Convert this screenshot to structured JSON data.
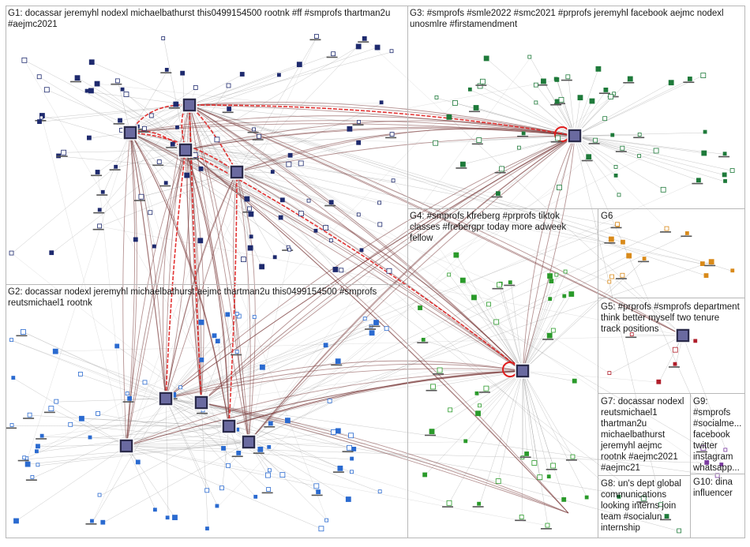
{
  "groups": [
    {
      "id": "G1",
      "label": "G1: docassar jeremyhl nodexl michaelbathurst this0499154500 rootnk #ff #smprofs thartman2u\n#aejmc2021"
    },
    {
      "id": "G2",
      "label": "G2: docassar nodexl jeremyhl michaelbathurst aejmc thartman2u this0499154500 #smprofs\nreutsmichael1 rootnk"
    },
    {
      "id": "G3",
      "label": "G3: #smprofs #smle2022 #smc2021 #prprofs jeremyhl facebook aejmc nodexl\nunosmlre #firstamendment"
    },
    {
      "id": "G4",
      "label": "G4: #smprofs kfreberg #prprofs tiktok\nclasses #frebergpr today more adweek\nfellow"
    },
    {
      "id": "G5",
      "label": "G5: #prprofs #smprofs department\nthink better myself two tenure\ntrack positions"
    },
    {
      "id": "G6",
      "label": "G6"
    },
    {
      "id": "G7",
      "label": "G7: docassar nodexl\nreutsmichael1\nthartman2u\nmichaelbathurst\njeremyhl aejmc\nrootnk #aejmc2021\n#aejmc21"
    },
    {
      "id": "G8",
      "label": "G8: un's dept global\ncommunications\nlooking interns join\nteam #socialun\ninternship"
    },
    {
      "id": "G9",
      "label": "G9:\n#smprofs\n#socialme...\nfacebook\ntwitter\ninstagram\nwhatsapp..."
    },
    {
      "id": "G10",
      "label": "G10: dina\ninfluencer"
    }
  ],
  "colors": {
    "edge_light": "#9a9a9a",
    "edge_dark": "#7a3a3a",
    "edge_red": "#e01e1e",
    "g1_node": "#1e2a6e",
    "g3_node": "#1e7a3a",
    "g4_node": "#2a9a2a",
    "g6_node": "#d98a1a",
    "g5_node": "#b01e2a",
    "g2_node": "#2a6ad0"
  }
}
